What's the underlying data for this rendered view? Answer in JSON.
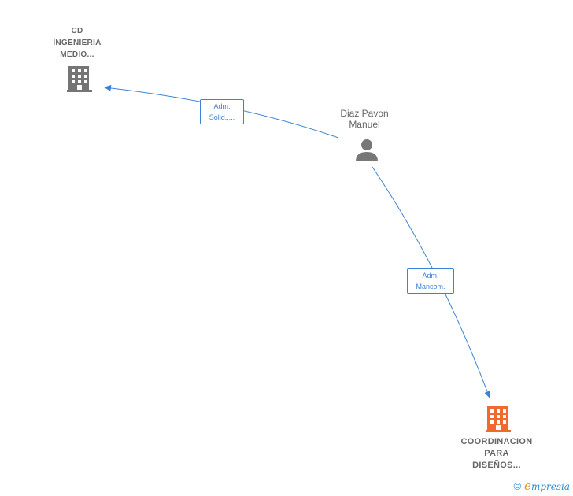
{
  "colors": {
    "edge": "#3b82d6",
    "company_gray": "#757575",
    "company_highlight": "#f06a2f",
    "person": "#777777"
  },
  "nodes": {
    "cd_ingenieria": {
      "label_lines": [
        "CD",
        "INGENIERIA",
        "MEDIO..."
      ],
      "icon": "building-icon"
    },
    "diaz_pavon": {
      "label_lines": [
        "Diaz Pavon",
        "Manuel"
      ],
      "icon": "person-icon"
    },
    "coordinacion": {
      "label_lines": [
        "COORDINACION",
        "PARA",
        "DISEÑOS..."
      ],
      "icon": "building-icon"
    }
  },
  "edges": {
    "to_cd": {
      "label_lines": [
        "Adm.",
        "Solid.,..."
      ]
    },
    "to_coordinacion": {
      "label_lines": [
        "Adm.",
        "Mancom."
      ]
    }
  },
  "watermark": {
    "copyright": "©",
    "brand_first": "e",
    "brand_rest": "mpresia"
  }
}
